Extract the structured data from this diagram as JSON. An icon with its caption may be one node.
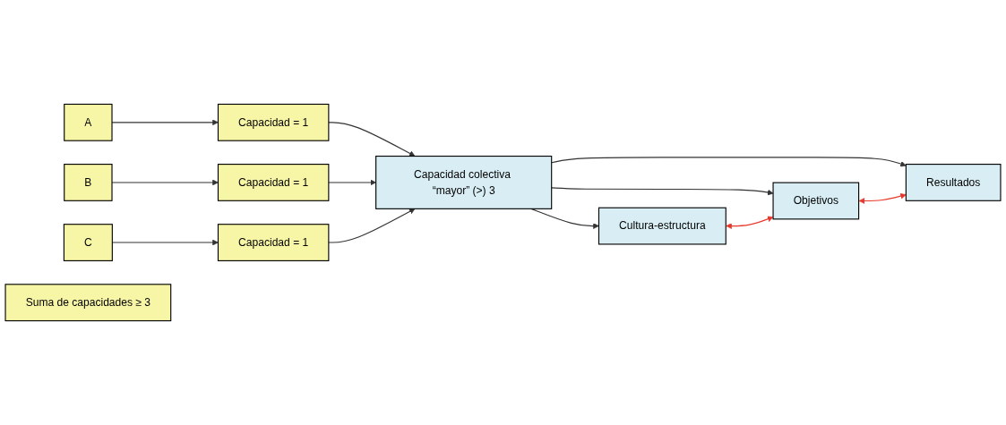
{
  "diagram": {
    "nodes": [
      {
        "text": [
          "A"
        ]
      },
      {
        "text": [
          "Capacidad = 1"
        ]
      },
      {
        "text": [
          "B"
        ]
      },
      {
        "text": [
          "Capacidad = 1"
        ]
      },
      {
        "text": [
          "C"
        ]
      },
      {
        "text": [
          "Capacidad = 1"
        ]
      },
      {
        "text": [
          "Suma de capacidades ≥ 3"
        ]
      },
      {
        "text": [
          "Capacidad colectiva “mayor” (>) 3"
        ]
      },
      {
        "text": [
          "Cultura-estructura"
        ]
      },
      {
        "text": [
          "Objetivos"
        ]
      },
      {
        "text": [
          "Resultados"
        ]
      }
    ],
    "edges": [
      {
        "from": 0,
        "to": 1,
        "arrow": "to"
      },
      {
        "from": 2,
        "to": 3,
        "arrow": "to"
      },
      {
        "from": 4,
        "to": 5,
        "arrow": "to"
      },
      {
        "from": 1,
        "to": 7,
        "arrow": "to"
      },
      {
        "from": 3,
        "to": 7,
        "arrow": "to"
      },
      {
        "from": 5,
        "to": 7,
        "arrow": "to"
      },
      {
        "from": 7,
        "to": 8,
        "arrow": "to"
      },
      {
        "from": 7,
        "to": 9,
        "arrow": "to"
      },
      {
        "from": 7,
        "to": 10,
        "arrow": "to"
      },
      {
        "from": 8,
        "to": 9,
        "arrow": "both",
        "color": "#e8372b"
      },
      {
        "from": 9,
        "to": 10,
        "arrow": "both",
        "color": "#e8372b"
      }
    ]
  }
}
